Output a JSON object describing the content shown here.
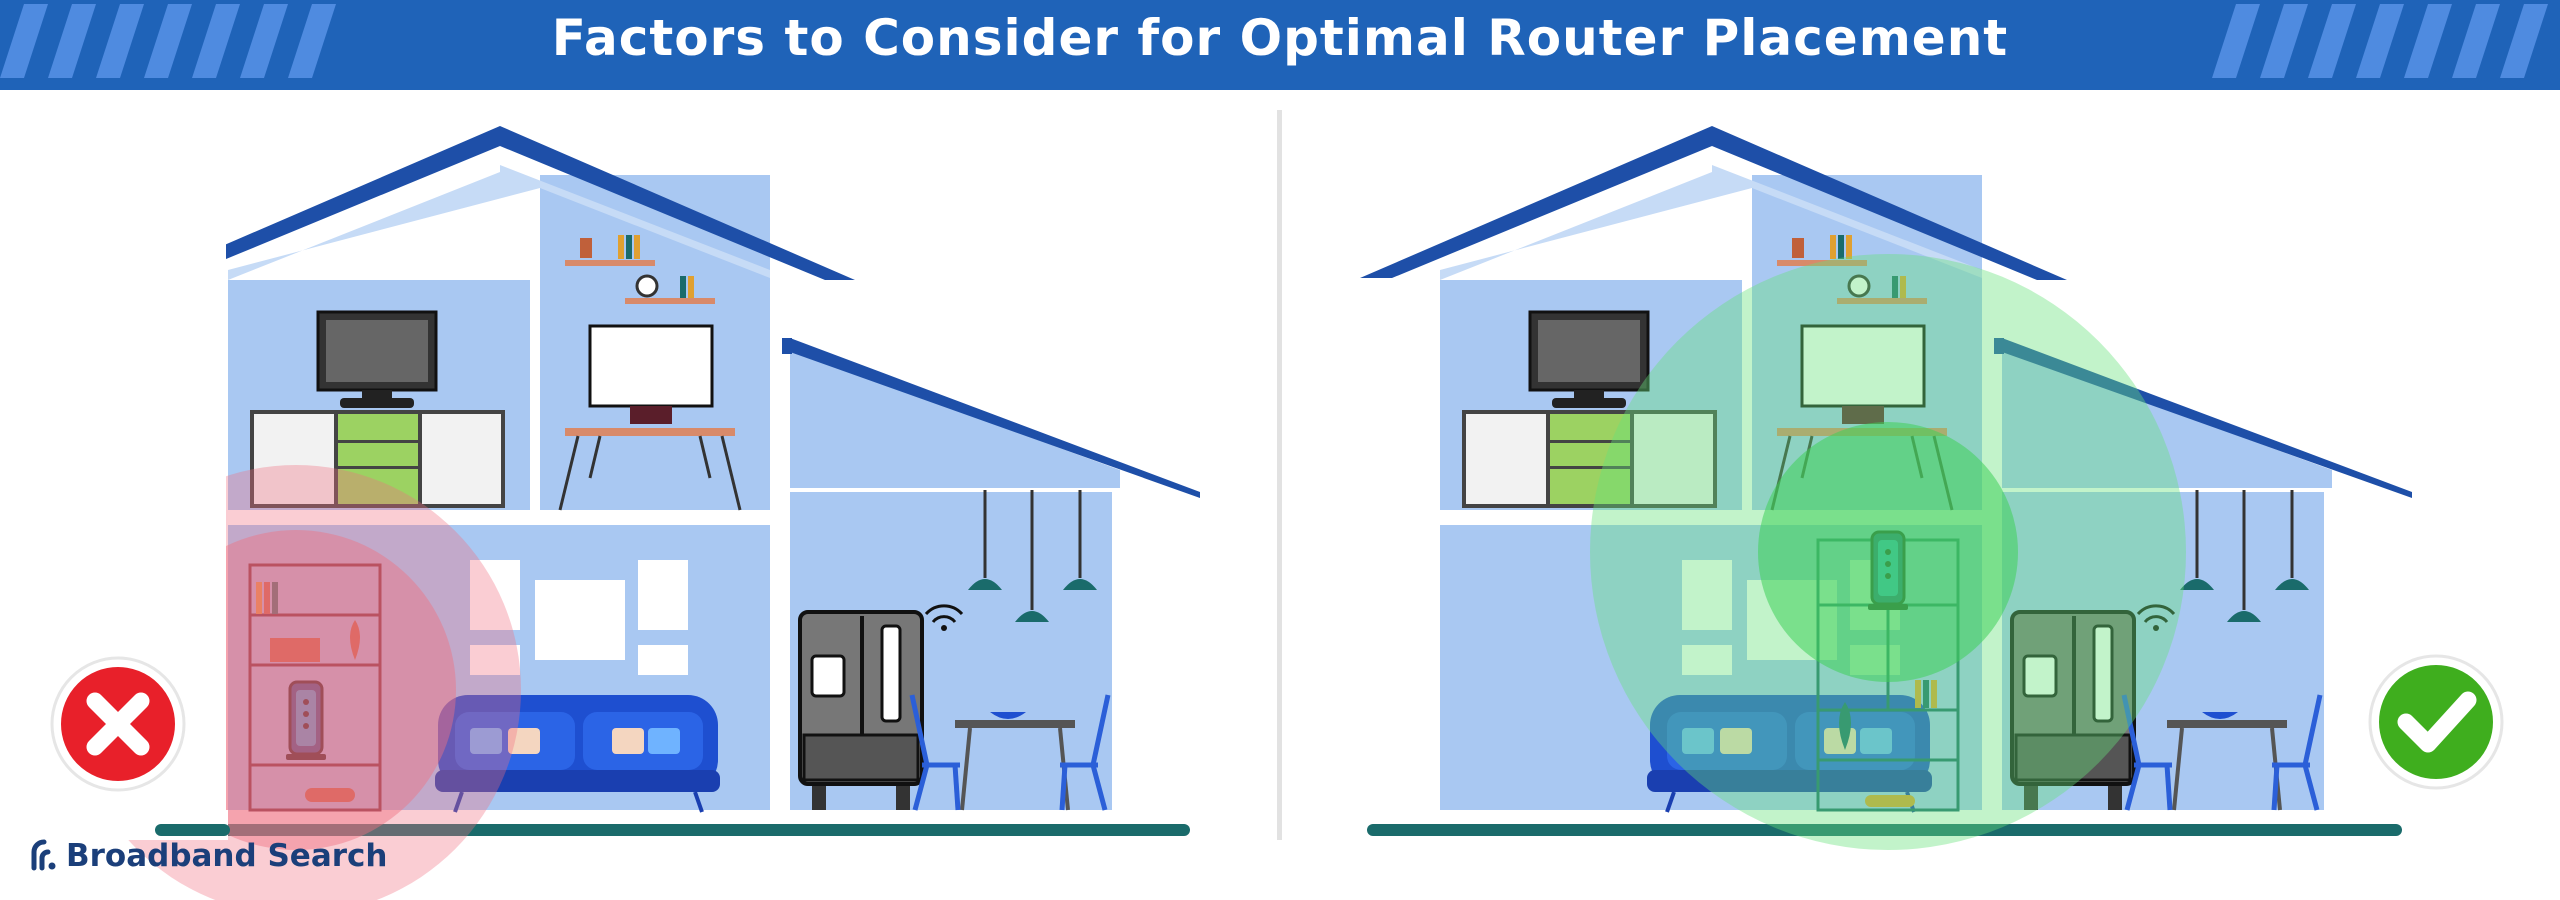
{
  "header": {
    "title": "Factors to Consider for Optimal Router Placement"
  },
  "brand": {
    "name": "Broadband Search"
  },
  "colors": {
    "header": "#1f63b8",
    "roof": "#1e4fa8",
    "wall": "#a9c8f2",
    "floor": "#1a6b6b",
    "bad_signal": "#f07080",
    "good_signal": "#66e07a",
    "bad_badge": "#e8202a",
    "good_badge": "#3fae1e"
  },
  "scenes": [
    {
      "id": "bad-placement",
      "router_location": "corner bookshelf, ground floor",
      "status_icon": "x-mark-icon"
    },
    {
      "id": "good-placement",
      "router_location": "central shelf, ground floor",
      "status_icon": "check-mark-icon"
    }
  ]
}
